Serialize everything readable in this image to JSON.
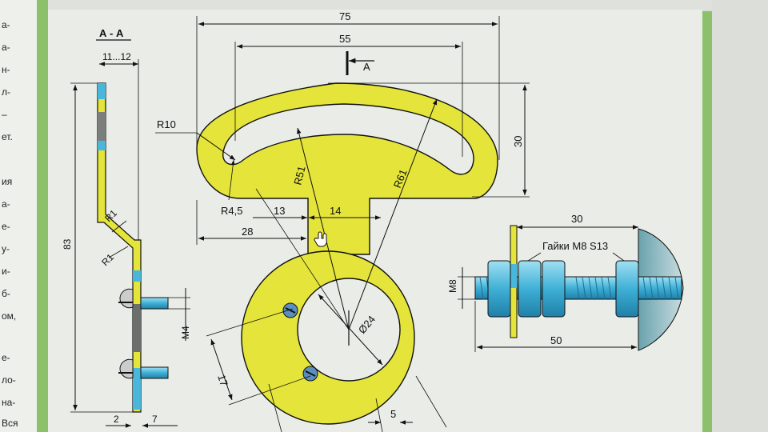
{
  "side_text": [
    "а-",
    "а-",
    "н-",
    "л-",
    "–",
    "ет.",
    "ия",
    "а-",
    "е-",
    "у-",
    "и-",
    "б-",
    "ом,",
    "е-",
    "ло-",
    "на-",
    "Вся"
  ],
  "section_label": "А - А",
  "section_arrow_label": "А",
  "labels": {
    "section_width": "11...12",
    "height_83": "83",
    "r1_top": "R1",
    "r1_bottom": "R1",
    "m4": "М4",
    "dim_2": "2",
    "dim_7": "7",
    "dim_75": "75",
    "dim_55": "55",
    "dim_30_vertical": "30",
    "r10": "R10",
    "r51": "R51",
    "r61": "R61",
    "r45": "R4,5",
    "dim_13": "13",
    "dim_14": "14",
    "dim_28": "28",
    "dia_24": "Ø24",
    "dim_17": "17",
    "dim_5": "5",
    "nut_label": "Гайки М8  S13",
    "m8": "М8",
    "dim_30_bolt": "30",
    "dim_50": "50"
  },
  "colors": {
    "part_fill": "#e4e43a",
    "outline": "#111111",
    "steel_blue": "#49b7d9",
    "nut_blue": "#5fc6e6",
    "panel_bg": "#e9ece7",
    "frame_green": "#8cc06a"
  }
}
